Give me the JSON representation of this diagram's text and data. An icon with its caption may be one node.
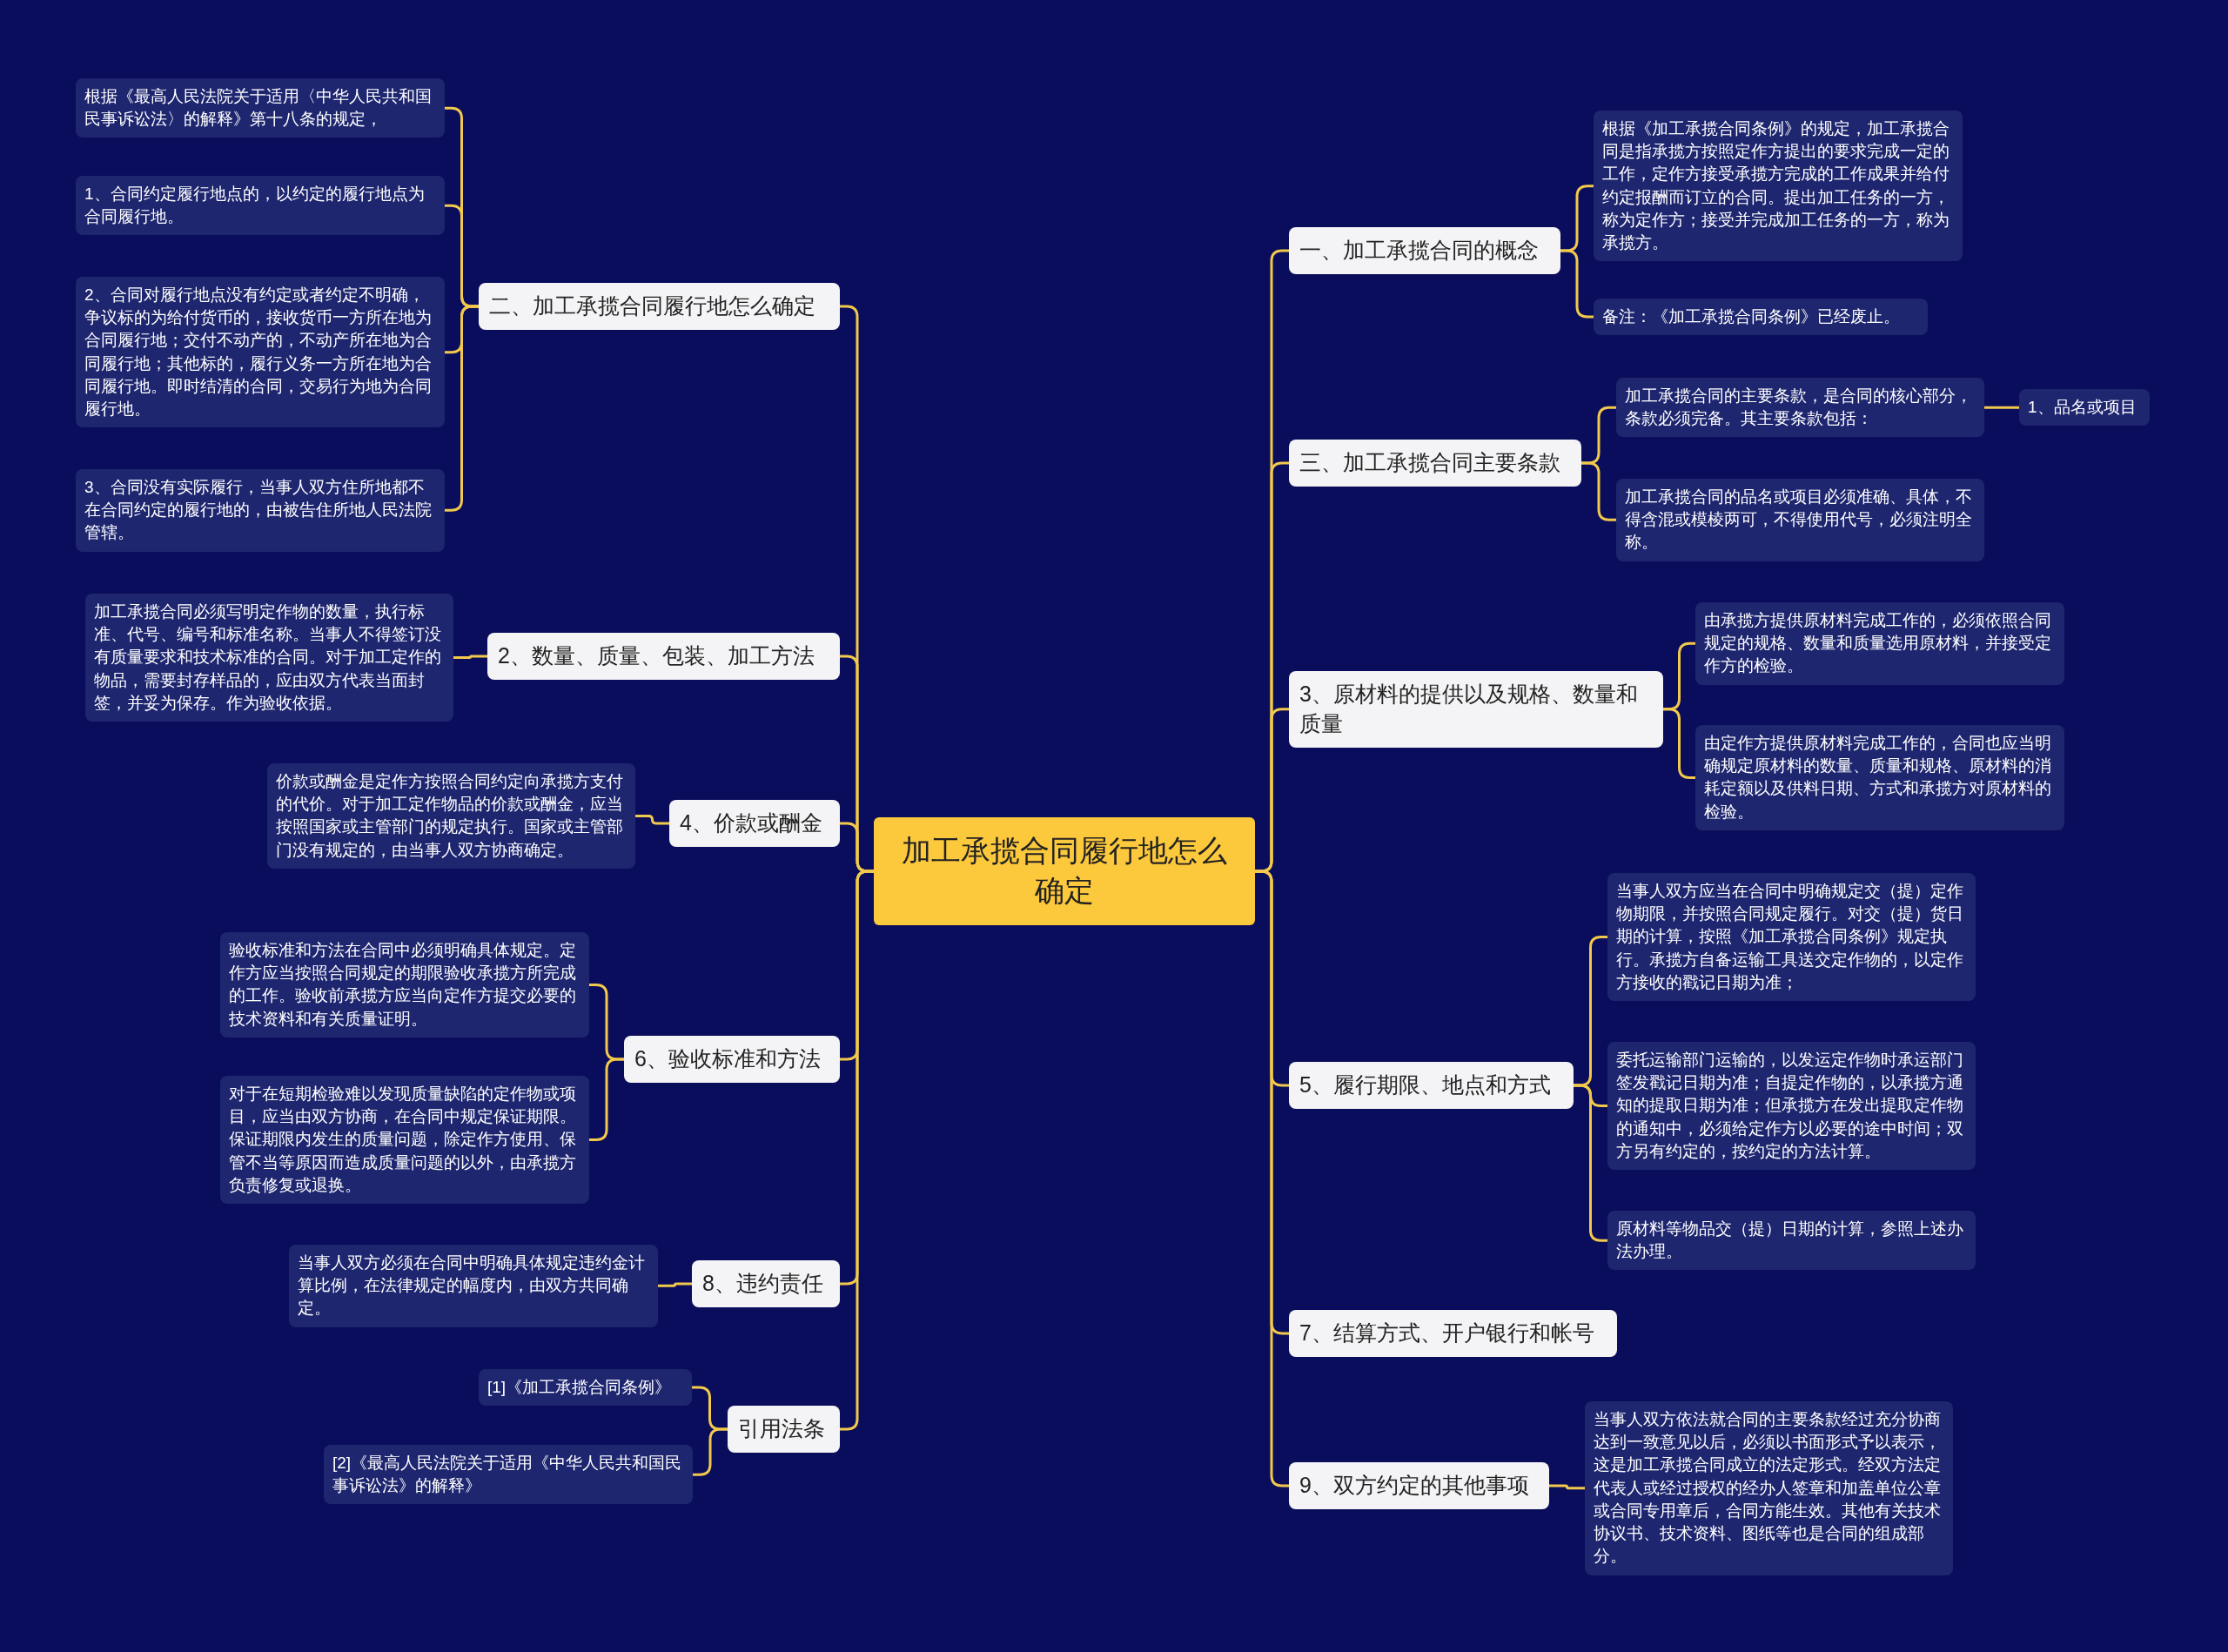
{
  "diagram": {
    "nodes": [
      {
        "text": [
          "加工承揽合同履行地怎么确定"
        ]
      },
      {
        "text": [
          "二、加工承揽合同履行地怎么确定"
        ]
      },
      {
        "text": [
          "根据《最高人民法院关于适用〈中华人民共和国民事诉讼法〉的解释》第十八条的规定，"
        ]
      },
      {
        "text": [
          "1、合同约定履行地点的，以约定的履行地点为合同履行地。"
        ]
      },
      {
        "text": [
          "2、合同对履行地点没有约定或者约定不明确，争议标的为给付货币的，接收货币一方所在地为合同履行地；交付不动产的，不动产所在地为合同履行地；其他标的，履行义务一方所在地为合同履行地。即时结清的合同，交易行为地为合同履行地。"
        ]
      },
      {
        "text": [
          "3、合同没有实际履行，当事人双方住所地都不在合同约定的履行地的，由被告住所地人民法院管辖。"
        ]
      },
      {
        "text": [
          "2、数量、质量、包装、加工方法"
        ]
      },
      {
        "text": [
          "加工承揽合同必须写明定作物的数量，执行标准、代号、编号和标准名称。当事人不得签订没有质量要求和技术标准的合同。对于加工定作的物品，需要封存样品的，应由双方代表当面封签，并妥为保存。作为验收依据。"
        ]
      },
      {
        "text": [
          "4、价款或酬金"
        ]
      },
      {
        "text": [
          "价款或酬金是定作方按照合同约定向承揽方支付的代价。对于加工定作物品的价款或酬金，应当按照国家或主管部门的规定执行。国家或主管部门没有规定的，由当事人双方协商确定。"
        ]
      },
      {
        "text": [
          "6、验收标准和方法"
        ]
      },
      {
        "text": [
          "验收标准和方法在合同中必须明确具体规定。定作方应当按照合同规定的期限验收承揽方所完成的工作。验收前承揽方应当向定作方提交必要的技术资料和有关质量证明。"
        ]
      },
      {
        "text": [
          "对于在短期检验难以发现质量缺陷的定作物或项目，应当由双方协商，在合同中规定保证期限。保证期限内发生的质量问题，除定作方使用、保管不当等原因而造成质量问题的以外，由承揽方负责修复或退换。"
        ]
      },
      {
        "text": [
          "8、违约责任"
        ]
      },
      {
        "text": [
          "当事人双方必须在合同中明确具体规定违约金计算比例，在法律规定的幅度内，由双方共同确定。"
        ]
      },
      {
        "text": [
          "引用法条"
        ]
      },
      {
        "text": [
          "[1]《加工承揽合同条例》"
        ]
      },
      {
        "text": [
          "[2]《最高人民法院关于适用《中华人民共和国民事诉讼法》的解释》"
        ]
      },
      {
        "text": [
          "一、加工承揽合同的概念"
        ]
      },
      {
        "text": [
          "根据《加工承揽合同条例》的规定，加工承揽合同是指承揽方按照定作方提出的要求完成一定的工作，定作方接受承揽方完成的工作成果并给付约定报酬而订立的合同。提出加工任务的一方，称为定作方；接受并完成加工任务的一方，称为承揽方。"
        ]
      },
      {
        "text": [
          "备注：《加工承揽合同条例》已经废止。"
        ]
      },
      {
        "text": [
          "三、加工承揽合同主要条款"
        ]
      },
      {
        "text": [
          "加工承揽合同的主要条款，是合同的核心部分，条款必须完备。其主要条款包括："
        ]
      },
      {
        "text": [
          "1、品名或项目"
        ]
      },
      {
        "text": [
          "加工承揽合同的品名或项目必须准确、具体，不得含混或模棱两可，不得使用代号，必须注明全称。"
        ]
      },
      {
        "text": [
          "3、原材料的提供以及规格、数量和质量"
        ]
      },
      {
        "text": [
          "由承揽方提供原材料完成工作的，必须依照合同规定的规格、数量和质量选用原材料，并接受定作方的检验。"
        ]
      },
      {
        "text": [
          "由定作方提供原材料完成工作的，合同也应当明确规定原材料的数量、质量和规格、原材料的消耗定额以及供料日期、方式和承揽方对原材料的检验。"
        ]
      },
      {
        "text": [
          "5、履行期限、地点和方式"
        ]
      },
      {
        "text": [
          "当事人双方应当在合同中明确规定交（提）定作物期限，并按照合同规定履行。对交（提）货日期的计算，按照《加工承揽合同条例》规定执行。承揽方自备运输工具送交定作物的，以定作方接收的戳记日期为准；"
        ]
      },
      {
        "text": [
          "委托运输部门运输的，以发运定作物时承运部门签发戳记日期为准；自提定作物的，以承揽方通知的提取日期为准；但承揽方在发出提取定作物的通知中，必须给定作方以必要的途中时间；双方另有约定的，按约定的方法计算。"
        ]
      },
      {
        "text": [
          "原材料等物品交（提）日期的计算，参照上述办法办理。"
        ]
      },
      {
        "text": [
          "7、结算方式、开户银行和帐号"
        ]
      },
      {
        "text": [
          "9、双方约定的其他事项"
        ]
      },
      {
        "text": [
          "当事人双方依法就合同的主要条款经过充分协商达到一致意见以后，必须以书面形式予以表示，这是加工承揽合同成立的法定形式。经双方法定代表人或经过授权的经办人签章和加盖单位公章或合同专用章后，合同方能生效。其他有关技术协议书、技术资料、图纸等也是合同的组成部分。"
        ]
      }
    ],
    "edges": [
      {
        "from": 0,
        "to": 1,
        "arrow": "none"
      },
      {
        "from": 1,
        "to": 2,
        "arrow": "none"
      },
      {
        "from": 1,
        "to": 3,
        "arrow": "none"
      },
      {
        "from": 1,
        "to": 4,
        "arrow": "none"
      },
      {
        "from": 1,
        "to": 5,
        "arrow": "none"
      },
      {
        "from": 0,
        "to": 6,
        "arrow": "none"
      },
      {
        "from": 6,
        "to": 7,
        "arrow": "none"
      },
      {
        "from": 0,
        "to": 8,
        "arrow": "none"
      },
      {
        "from": 8,
        "to": 9,
        "arrow": "none"
      },
      {
        "from": 0,
        "to": 10,
        "arrow": "none"
      },
      {
        "from": 10,
        "to": 11,
        "arrow": "none"
      },
      {
        "from": 10,
        "to": 12,
        "arrow": "none"
      },
      {
        "from": 0,
        "to": 13,
        "arrow": "none"
      },
      {
        "from": 13,
        "to": 14,
        "arrow": "none"
      },
      {
        "from": 0,
        "to": 15,
        "arrow": "none"
      },
      {
        "from": 15,
        "to": 16,
        "arrow": "none"
      },
      {
        "from": 15,
        "to": 17,
        "arrow": "none"
      },
      {
        "from": 0,
        "to": 18,
        "arrow": "none"
      },
      {
        "from": 18,
        "to": 19,
        "arrow": "none"
      },
      {
        "from": 18,
        "to": 20,
        "arrow": "none"
      },
      {
        "from": 0,
        "to": 21,
        "arrow": "none"
      },
      {
        "from": 21,
        "to": 22,
        "arrow": "none"
      },
      {
        "from": 22,
        "to": 23,
        "arrow": "none"
      },
      {
        "from": 21,
        "to": 24,
        "arrow": "none"
      },
      {
        "from": 0,
        "to": 25,
        "arrow": "none"
      },
      {
        "from": 25,
        "to": 26,
        "arrow": "none"
      },
      {
        "from": 25,
        "to": 27,
        "arrow": "none"
      },
      {
        "from": 0,
        "to": 28,
        "arrow": "none"
      },
      {
        "from": 28,
        "to": 29,
        "arrow": "none"
      },
      {
        "from": 28,
        "to": 30,
        "arrow": "none"
      },
      {
        "from": 28,
        "to": 31,
        "arrow": "none"
      },
      {
        "from": 0,
        "to": 32,
        "arrow": "none"
      },
      {
        "from": 0,
        "to": 33,
        "arrow": "none"
      },
      {
        "from": 33,
        "to": 34,
        "arrow": "none"
      }
    ]
  }
}
